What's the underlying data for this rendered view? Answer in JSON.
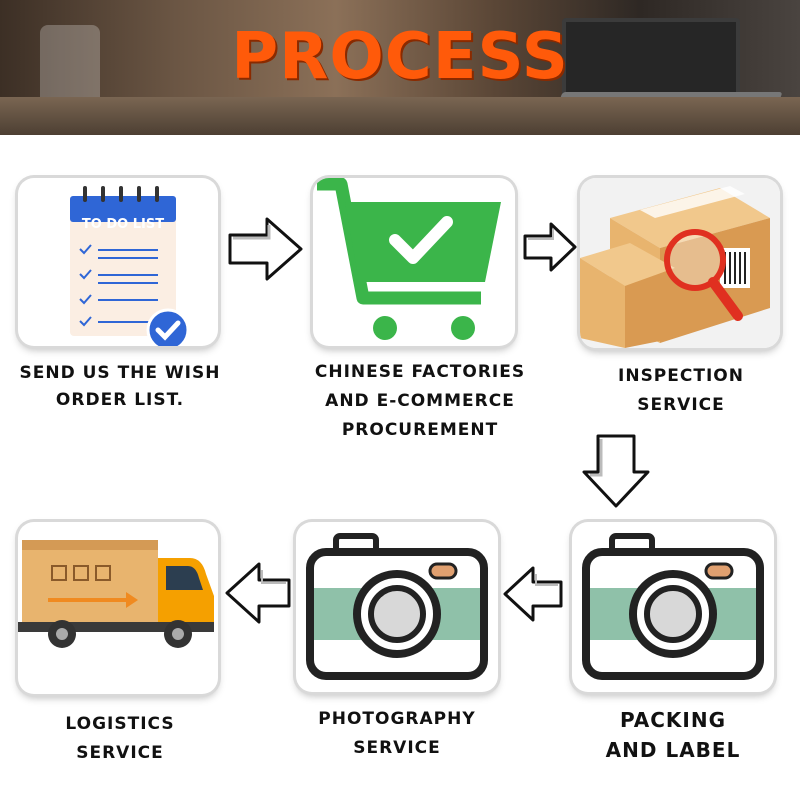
{
  "header": {
    "title": "PROCESS",
    "title_color": "#ff5a0a"
  },
  "steps": [
    {
      "label_lines": [
        "SEND US THE WISH",
        "ORDER LIST."
      ],
      "icon": "todo-list-icon",
      "icon_text": "TO DO LIST"
    },
    {
      "label_lines": [
        "CHINESE FACTORIES",
        "AND E-COMMERCE",
        "PROCUREMENT"
      ],
      "icon": "shopping-cart-check-icon"
    },
    {
      "label_lines": [
        "INSPECTION",
        "SERVICE"
      ],
      "icon": "box-inspection-icon"
    },
    {
      "label_lines": [
        "PACKING",
        "AND LABEL"
      ],
      "icon": "camera-icon"
    },
    {
      "label_lines": [
        "PHOTOGRAPHY",
        "SERVICE"
      ],
      "icon": "camera-icon"
    },
    {
      "label_lines": [
        "LOGISTICS",
        "SERVICE"
      ],
      "icon": "delivery-truck-icon"
    }
  ],
  "colors": {
    "cart_green": "#3bb54a",
    "camera_teal": "#8fc1a9",
    "truck_orange": "#f5a000",
    "box_tan": "#e8b46e",
    "list_blue": "#2f66d6"
  }
}
